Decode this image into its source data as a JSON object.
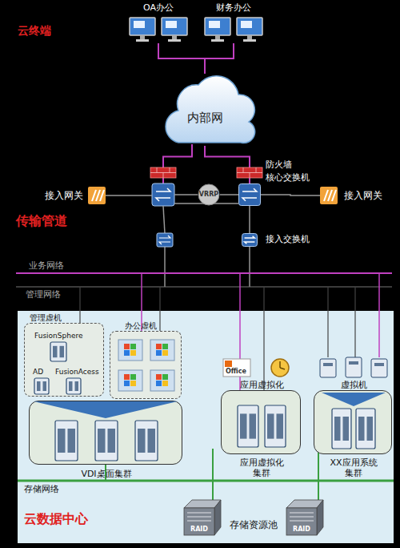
{
  "diagram": {
    "nodes": [
      {
        "text": [
          "OA办公"
        ]
      },
      {
        "text": [
          "财务办公"
        ]
      },
      {
        "text": [
          "内部网"
        ]
      },
      {
        "text": [
          "防火墙"
        ]
      },
      {
        "text": [
          "核心交换机"
        ]
      },
      {
        "text": [
          "接入网关"
        ]
      },
      {
        "text": [
          "VRRP"
        ]
      },
      {
        "text": [
          "接入网关"
        ]
      },
      {
        "text": [
          "接入交换机"
        ]
      },
      {
        "text": [
          "云数据中心"
        ]
      },
      {
        "text": [
          "管理虚机"
        ],
        "in": 9
      },
      {
        "text": [
          "FusionSphere"
        ],
        "in": 10
      },
      {
        "text": [
          "AD"
        ],
        "in": 10
      },
      {
        "text": [
          "FusionAcess"
        ],
        "in": 10
      },
      {
        "text": [
          "办公虚机"
        ],
        "in": 9
      },
      {
        "text": [
          "应用虚拟化",
          "应用虚拟化集群"
        ],
        "in": 9
      },
      {
        "text": [
          "虚拟机",
          "XX应用系统集群"
        ],
        "in": 9
      },
      {
        "text": [
          "VDI桌面集群"
        ],
        "in": 9
      },
      {
        "text": [
          "RAID"
        ],
        "in": 9
      },
      {
        "text": [
          "RAID"
        ],
        "in": 9
      }
    ],
    "edges": [
      {
        "from": 2,
        "to": 0,
        "arrow": "none"
      },
      {
        "from": 2,
        "to": 1,
        "arrow": "none"
      },
      {
        "from": 2,
        "to": 3,
        "arrow": "none"
      },
      {
        "from": 3,
        "to": 4,
        "arrow": "none"
      },
      {
        "from": 4,
        "to": 7,
        "arrow": "none"
      },
      {
        "from": 4,
        "to": 8,
        "arrow": "none"
      },
      {
        "from": 6,
        "to": 4,
        "arrow": "none"
      }
    ],
    "labels": [
      "云终端",
      "传输管道",
      "业务网络",
      "管理网络",
      "Office",
      "存储网络",
      "存储资源池"
    ]
  }
}
